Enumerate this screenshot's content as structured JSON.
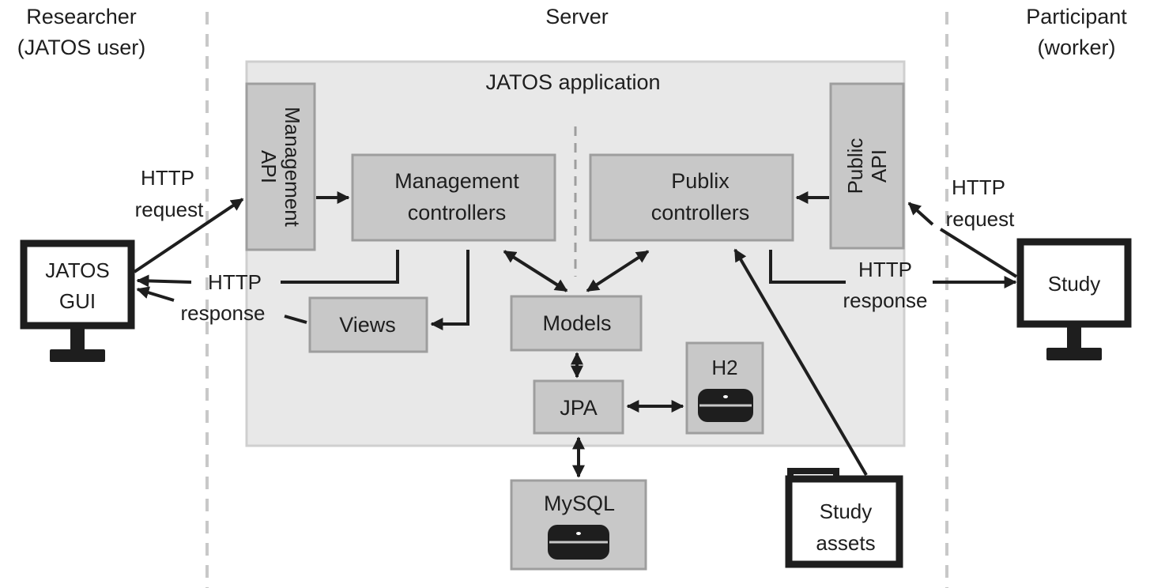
{
  "columns": {
    "researcher": [
      "Researcher",
      "(JATOS user)"
    ],
    "server": "Server",
    "participant": [
      "Participant",
      "(worker)"
    ]
  },
  "app_title": "JATOS application",
  "boxes": {
    "management_api": [
      "Management",
      "API"
    ],
    "public_api": [
      "Public",
      "API"
    ],
    "management_controllers": [
      "Management",
      "controllers"
    ],
    "publix_controllers": [
      "Publix",
      "controllers"
    ],
    "views": "Views",
    "models": "Models",
    "jpa": "JPA",
    "h2": "H2",
    "mysql": "MySQL"
  },
  "left_labels": {
    "request": [
      "HTTP",
      "request"
    ],
    "response": [
      "HTTP",
      "response"
    ]
  },
  "right_labels": {
    "request": [
      "HTTP",
      "request"
    ],
    "response": [
      "HTTP",
      "response"
    ]
  },
  "computers": {
    "jatos_gui": [
      "JATOS",
      "GUI"
    ],
    "study": "Study"
  },
  "folder": [
    "Study",
    "assets"
  ]
}
